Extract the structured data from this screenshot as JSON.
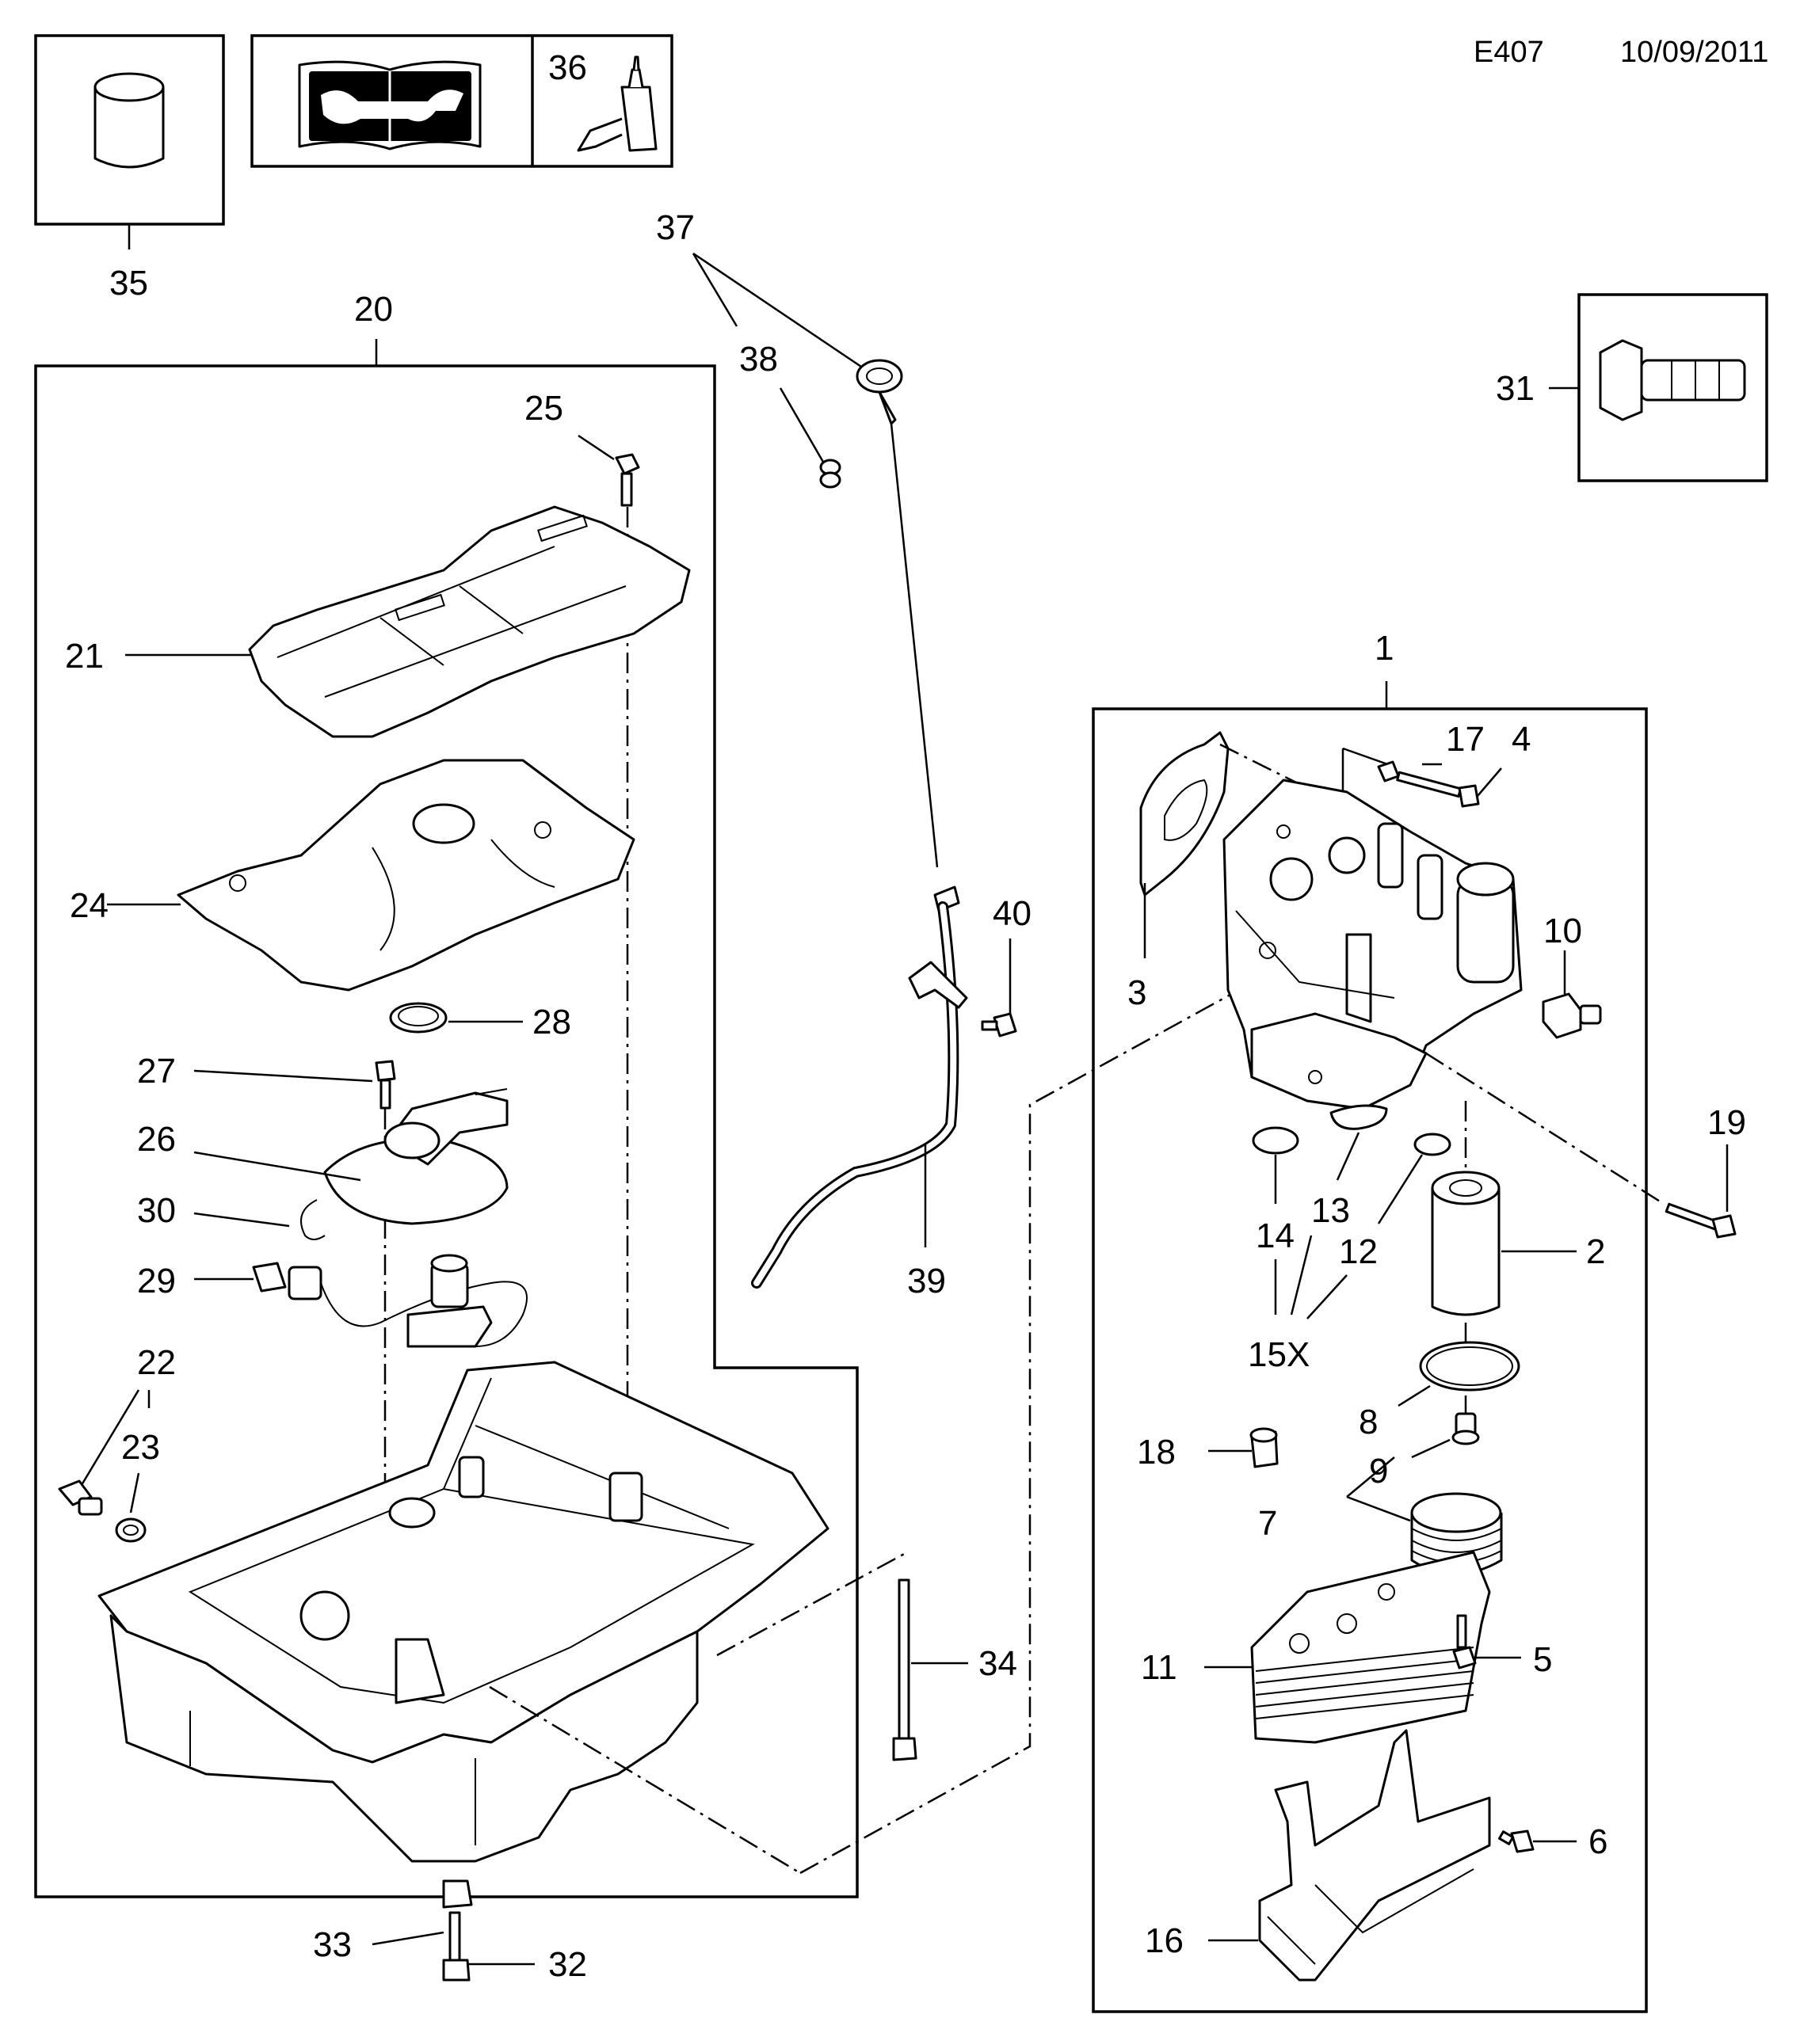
{
  "header": {
    "code": "E407",
    "date": "10/09/2011"
  },
  "callouts": {
    "n1": "1",
    "n2": "2",
    "n3": "3",
    "n4": "4",
    "n5": "5",
    "n6": "6",
    "n7": "7",
    "n8": "8",
    "n9": "9",
    "n10": "10",
    "n11": "11",
    "n12": "12",
    "n13": "13",
    "n14": "14",
    "n15": "15X",
    "n16": "16",
    "n17": "17",
    "n18": "18",
    "n19": "19",
    "n20": "20",
    "n21": "21",
    "n22": "22",
    "n23": "23",
    "n24": "24",
    "n25": "25",
    "n26": "26",
    "n27": "27",
    "n28": "28",
    "n29": "29",
    "n30": "30",
    "n31": "31",
    "n32": "32",
    "n33": "33",
    "n34": "34",
    "n35": "35",
    "n36": "36",
    "n37": "37",
    "n38": "38",
    "n39": "39",
    "n40": "40"
  },
  "icons": {
    "sleeve": "sleeve-icon",
    "manual": "service-manual-icon",
    "sealant": "sealant-bottle-icon",
    "bolt": "flange-bolt-icon"
  }
}
